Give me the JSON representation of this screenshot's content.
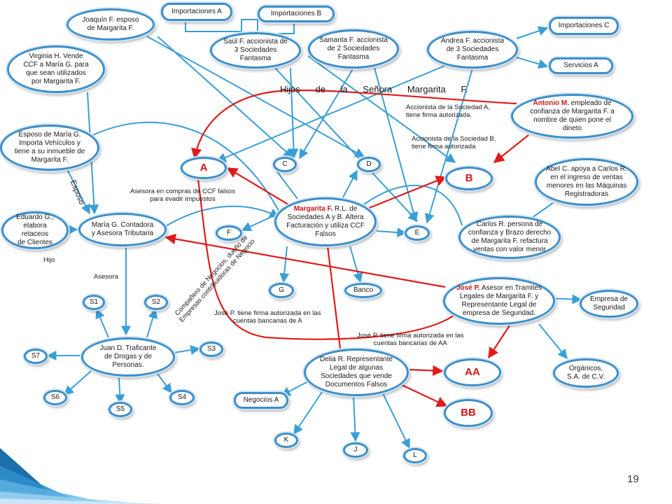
{
  "nodes": {
    "joaquin": "Joaquín F. esposo\nde Margarita F.",
    "importaciones_a": "Importaciones A",
    "importaciones_b": "Importaciones B",
    "saul": "Saúl F. accionista de\n3 Sociedades\nFantasma",
    "samanta": "Samanta F. accionista\nde 2 Sociedades\nFantasma",
    "andrea": "Andrea F. accionista\nde 3 Sociedades\nFantasma",
    "importaciones_c": "Importaciones C",
    "servicios_a": "Servicios A",
    "virginia": "Virginia H. Vende\nCCF a María G. para\nque sean utilizados\npor Margarita F.",
    "antonio_name": "Antonio M.",
    "antonio_rest": " empleado de\nconfianza de Margarita F. a\nnombre de quien pone el\ndineto",
    "esposo_maria": "Esposo de María G.\nImporta Vehículos y\ntiene a su inmueble de\nMargarita F.",
    "a": "A",
    "c": "C",
    "d": "D",
    "b": "B",
    "abel": "Abel C. apoya a Carlos R.\nen el ingreso de ventas\nmenores en las Máquinas\nRegistradoras",
    "eduardo": "Eduardo G.,\nelabora retaceos\nde Clientes",
    "maria": "María G. Contadora\ny Asesora Tributaria",
    "f": "F",
    "margarita_name": "Margarita F.",
    "margarita_rest": " R.L. de\nSociedades A y B. Altera\nFacturación y utiliza CCF\nFalsos",
    "e": "E",
    "carlos": "Carlos R. persona de\nconfianza y Brazo derecho\nde Margarita F. refactura\nventas con valor menor",
    "g": "G",
    "banco": "Banco",
    "jose_name": "José P.",
    "jose_rest": " Asesor en Tramites\nLegales de Margarita F. y\nRepresentante Legal de\nempresa de Seguridad.",
    "empresa_seguridad": "Empresa de\nSeguridad",
    "s1": "S1",
    "s2": "S2",
    "juan": "Juan D. Traficante\nde Drogas y de\nPersonas.",
    "s3": "S3",
    "s7": "S7",
    "s6": "S6",
    "s5": "S5",
    "s4": "S4",
    "delia": "Delia R. Representante\nLegal de algunas\nSociedades que vende\nDocumentos Falsos",
    "aa": "AA",
    "bb": "BB",
    "organicos": "Orgánicos,\nS.A. de C.V.",
    "negocios_a": "Negocios A",
    "k": "K",
    "j": "J",
    "l": "L"
  },
  "labels": {
    "hijos": "Hijos de la Señora Margarita F.",
    "accionista_a": "Accionista de la Sociedad A,\ntiene firma autorizada.",
    "accionista_b": "Accionista de la Sociedad B,\ntiene firma autorizada",
    "esposo": "Esposo",
    "asesora_compras": "Asesora en compras de CCF falsos\npara evadir impuestos",
    "hijo": "Hijo",
    "asesora": "Asesora",
    "companero": "Compañero de Negocios, dueño de\nEmpresas contribuidoras de Negocio",
    "jose_firma_a": "José P. tiene firma autorizada en las\ncuentas bancarias de A",
    "jose_firma_aa": "José P. tiene firma autorizada en las\ncuentas bancarias de AA"
  },
  "page_number": "19",
  "colors": {
    "node_border": "#3e8ec7",
    "connector": "#3a9fd6",
    "relation": "#e01b1b",
    "highlight": "#c81818"
  }
}
